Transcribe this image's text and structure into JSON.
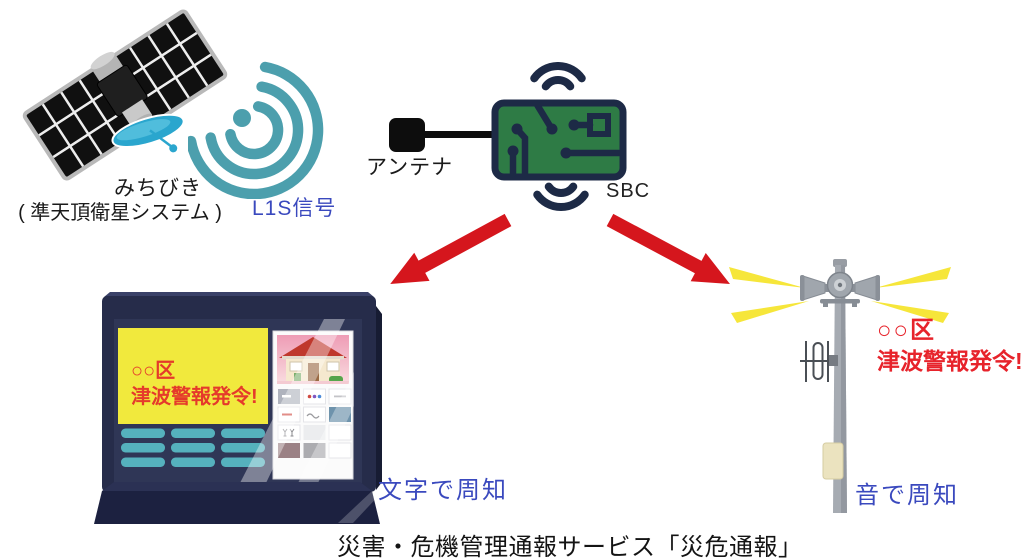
{
  "title": "災害・危機管理通報サービス「災危通報」",
  "satellite": {
    "name": "みちびき",
    "system": "( 準天頂衛星システム )"
  },
  "signal": {
    "label": "L1S信号"
  },
  "receiver": {
    "antenna_label": "アンテナ",
    "board_label": "SBC"
  },
  "display": {
    "alert_line1": "○○区",
    "alert_line2": "津波警報発令!",
    "caption": "文字で周知"
  },
  "speaker": {
    "alert_line1": "○○区",
    "alert_line2": "津波警報発令!",
    "caption": "音で周知"
  },
  "icons": {
    "satellite": "michibiki-satellite",
    "signal": "radio-waves",
    "antenna": "antenna-module",
    "board": "circuit-board-sbc",
    "arrow": "red-arrow",
    "display": "digital-signage-monitor",
    "speaker": "loudspeaker-pole"
  },
  "colors": {
    "signal_teal": "#4C9FAD",
    "label_blue": "#3A49BE",
    "arrow_red": "#D5161D",
    "alert_red": "#E7232B",
    "alert_yellow": "#F1E93D",
    "board_green": "#2E7B45",
    "board_navy": "#1D2A46",
    "frame_navy": "#262C4A",
    "button_teal": "#55B1BD",
    "flash_yellow": "#F6E63A",
    "pole_gray": "#A6ABB2"
  }
}
